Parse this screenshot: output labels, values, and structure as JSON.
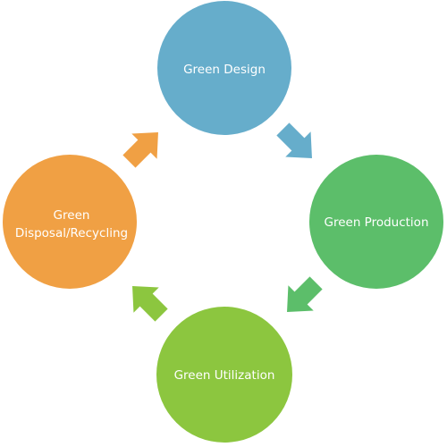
{
  "diagram": {
    "nodes": {
      "design": {
        "label": "Green Design",
        "color": "#66ADCB"
      },
      "production": {
        "label": "Green Production",
        "color": "#5CBE6A"
      },
      "utilization": {
        "label": "Green Utilization",
        "color": "#8CC63F"
      },
      "recycling": {
        "line1": "Green",
        "line2": "Disposal/Recycling",
        "color": "#F0A044"
      }
    },
    "arrows": {
      "design_to_production": {
        "color": "#66ADCB"
      },
      "production_to_utilization": {
        "color": "#5CBE6A"
      },
      "utilization_to_recycling": {
        "color": "#8CC63F"
      },
      "recycling_to_design": {
        "color": "#F0A044"
      }
    }
  }
}
